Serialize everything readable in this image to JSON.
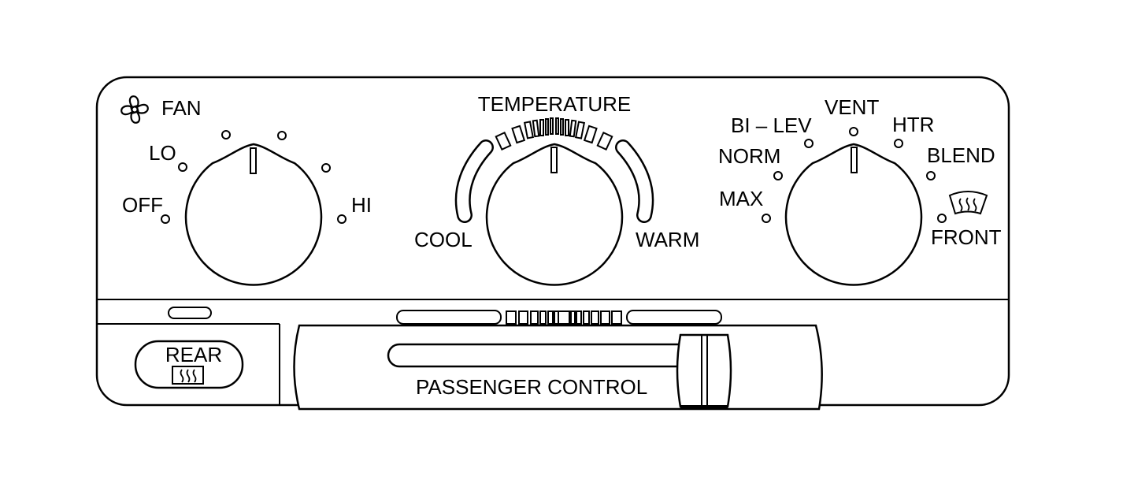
{
  "fan": {
    "title": "FAN",
    "off_label": "OFF",
    "lo_label": "LO",
    "hi_label": "HI",
    "icon": "fan-icon"
  },
  "temperature": {
    "title": "TEMPERATURE",
    "cool_label": "COOL",
    "warm_label": "WARM"
  },
  "mode": {
    "max_label": "MAX",
    "norm_label": "NORM",
    "bilev_label": "BI – LEV",
    "vent_label": "VENT",
    "htr_label": "HTR",
    "blend_label": "BLEND",
    "front_label": "FRONT",
    "front_icon": "front-defrost-icon"
  },
  "rear_defrost": {
    "label": "REAR",
    "icon": "rear-defrost-icon"
  },
  "passenger": {
    "label": "PASSENGER CONTROL"
  }
}
